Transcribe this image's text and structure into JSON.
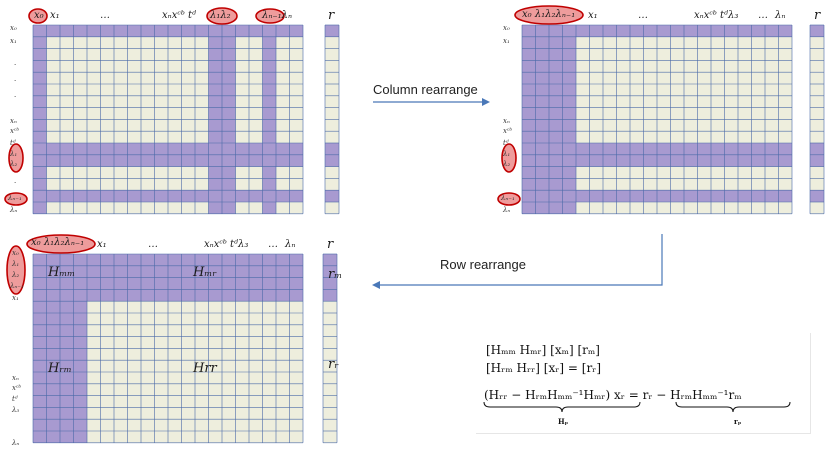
{
  "arrows": {
    "column_rearrange": "Column rearrange",
    "row_rearrange": "Row rearrange"
  },
  "matrix_1": {
    "header": {
      "x0": "x₀",
      "x1": "x₁",
      "dots": "…",
      "xn_xc_td": "xₙxᶜᵇ tᵈ",
      "lam12": "λ₁λ₂",
      "lam_n1_n": "λₙ₋₁λₙ"
    },
    "rows": {
      "x0": "x₀",
      "x1": "x₁",
      "d1": ".",
      "d2": ".",
      "d3": ".",
      "xn": "xₙ",
      "xc": "xᶜᵇ",
      "td": "tᵈ",
      "lam1": "λ₁",
      "lam2": "λ₂",
      "d4": ".",
      "lam_n1": "λₙ₋₁",
      "lam_n": "λₙ"
    },
    "r_label": "r"
  },
  "matrix_2": {
    "header": {
      "lead": "x₀ λ₁λ₂λₙ₋₁",
      "x1": "x₁",
      "dots": "…",
      "tail": "xₙxᶜᵇ tᵈλ₃",
      "dots2": "…",
      "lam_n": "λₙ"
    },
    "rows": {
      "x0": "x₀",
      "x1": "x₁",
      "xn": "xₙ",
      "xc": "xᶜᵇ",
      "td": "tᵈ",
      "lam1": "λ₁",
      "lam2": "λ₂",
      "lam_n1": "λₙ₋₁",
      "lam_n": "λₙ"
    },
    "r_label": "r"
  },
  "matrix_3": {
    "header": {
      "lead": "x₀ λ₁λ₂λₙ₋₁",
      "x1": "x₁",
      "dots": "…",
      "tail": "xₙxᶜᵇ tᵈλ₃",
      "dots2": "…",
      "lam_n": "λₙ"
    },
    "rows": {
      "x0": "x₀",
      "lam1": "λ₁",
      "lam2": "λ₂",
      "lam_n1": "λₙ₋₁",
      "x1": "x₁",
      "xn": "xₙ",
      "xc": "xᶜᵇ",
      "td": "tᵈ",
      "lam3": "λ₃",
      "lam_n": "λₙ"
    },
    "blocks": {
      "hmm": "Hₘₘ",
      "hmr": "Hₘᵣ",
      "hrm": "Hᵣₘ",
      "hrr": "Hrr"
    },
    "r_label": "r",
    "r_m": "rₘ",
    "r_r": "rᵣ"
  },
  "equation": {
    "line1": "[Hₘₘ  Hₘᵣ] [xₘ]   [rₘ]",
    "line2": "[Hᵣₘ  Hᵣᵣ] [xᵣ] = [rᵣ]",
    "line3": "(Hᵣᵣ − HᵣₘHₘₘ⁻¹Hₘᵣ) xᵣ = rᵣ − HᵣₘHₘₘ⁻¹rₘ",
    "brace_left": "Hₚ",
    "brace_right": "rₚ"
  },
  "colors": {
    "cell_fill": "#eeeedd",
    "highlight": "#a89ad0",
    "grid": "#4a6aa8",
    "ellipse_fill": "#e04a4a",
    "ellipse_stroke": "#c00000",
    "arrow": "#4a78b8"
  }
}
